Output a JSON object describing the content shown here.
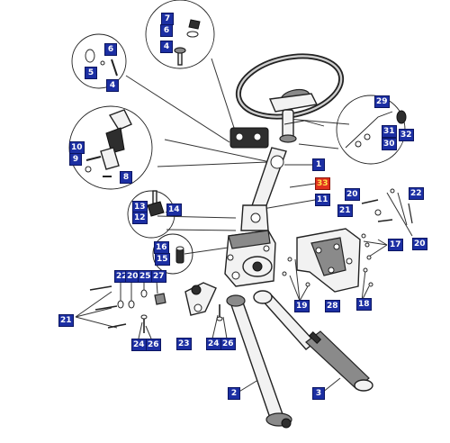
{
  "diagram": {
    "callouts": [
      {
        "id": "c7",
        "label": "7"
      },
      {
        "id": "c6a",
        "label": "6"
      },
      {
        "id": "c4a",
        "label": "4"
      },
      {
        "id": "c6b",
        "label": "6"
      },
      {
        "id": "c5",
        "label": "5"
      },
      {
        "id": "c4b",
        "label": "4"
      },
      {
        "id": "c29",
        "label": "29"
      },
      {
        "id": "c31",
        "label": "31"
      },
      {
        "id": "c30",
        "label": "30"
      },
      {
        "id": "c32",
        "label": "32"
      },
      {
        "id": "c10",
        "label": "10"
      },
      {
        "id": "c9",
        "label": "9"
      },
      {
        "id": "c8",
        "label": "8"
      },
      {
        "id": "c1",
        "label": "1"
      },
      {
        "id": "c33",
        "label": "33",
        "highlight": true
      },
      {
        "id": "c11",
        "label": "11"
      },
      {
        "id": "c13",
        "label": "13"
      },
      {
        "id": "c12",
        "label": "12"
      },
      {
        "id": "c14",
        "label": "14"
      },
      {
        "id": "c20a",
        "label": "20"
      },
      {
        "id": "c22a",
        "label": "22"
      },
      {
        "id": "c21a",
        "label": "21"
      },
      {
        "id": "c17",
        "label": "17"
      },
      {
        "id": "c20b",
        "label": "20"
      },
      {
        "id": "c16",
        "label": "16"
      },
      {
        "id": "c15",
        "label": "15"
      },
      {
        "id": "c22b",
        "label": "22"
      },
      {
        "id": "c20c",
        "label": "20"
      },
      {
        "id": "c25",
        "label": "25"
      },
      {
        "id": "c27",
        "label": "27"
      },
      {
        "id": "c19",
        "label": "19"
      },
      {
        "id": "c28",
        "label": "28"
      },
      {
        "id": "c18",
        "label": "18"
      },
      {
        "id": "c21b",
        "label": "21"
      },
      {
        "id": "c24a",
        "label": "24"
      },
      {
        "id": "c26a",
        "label": "26"
      },
      {
        "id": "c23",
        "label": "23"
      },
      {
        "id": "c24b",
        "label": "24"
      },
      {
        "id": "c26b",
        "label": "26"
      },
      {
        "id": "c2",
        "label": "2"
      },
      {
        "id": "c3",
        "label": "3"
      }
    ],
    "colors": {
      "callout_fill": "#1c2fa3",
      "callout_text": "#ffffff",
      "highlight_fill": "#e0301e",
      "highlight_text": "#ffe14a",
      "line": "#333333"
    }
  }
}
